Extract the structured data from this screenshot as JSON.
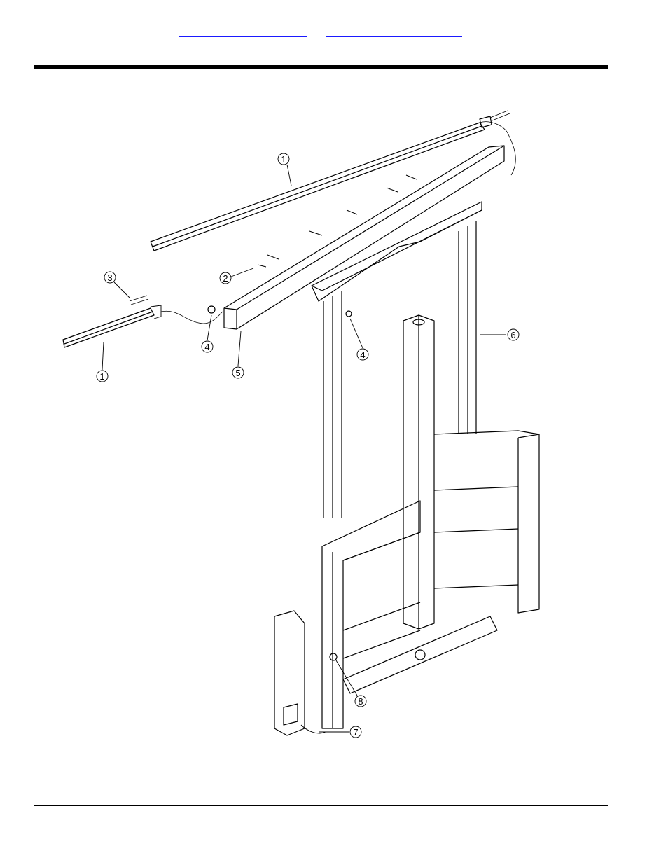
{
  "header": {
    "links": [
      "",
      ""
    ]
  },
  "drawing": {
    "callouts": [
      "1",
      "2",
      "3",
      "4",
      "5",
      "1",
      "4",
      "6",
      "8",
      "7"
    ]
  }
}
